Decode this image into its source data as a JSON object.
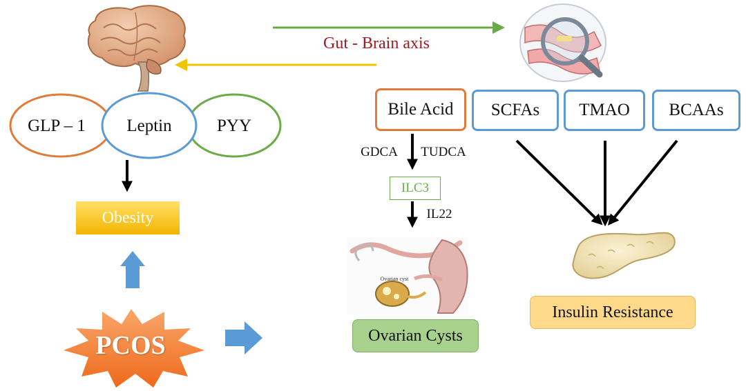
{
  "axis": {
    "label": "Gut - Brain axis",
    "forward_color": "#6aab45",
    "backward_color": "#f2c400",
    "label_color": "#a11a22"
  },
  "hormones": [
    {
      "label": "GLP – 1",
      "color": "#e07b39"
    },
    {
      "label": "Leptin",
      "color": "#5b9bd5"
    },
    {
      "label": "PYY",
      "color": "#6aab45"
    }
  ],
  "obesity": {
    "label": "Obesity",
    "color": "#ffc000",
    "text_color": "#ffffff"
  },
  "pcos": {
    "label": "PCOS",
    "color": "#f47c30",
    "text_color": "#ffffff"
  },
  "bile_acid": {
    "label": "Bile Acid",
    "color": "#e07b39"
  },
  "bile_side_labels": {
    "left": "GDCA",
    "right": "TUDCA"
  },
  "ilc3": {
    "label": "ILC3",
    "color": "#6aab45"
  },
  "il22": {
    "label": "IL22"
  },
  "ovary": {
    "label": "Ovarian Cysts",
    "caption": "Ovarian cyst",
    "color": "#a9d18e"
  },
  "metabolites": [
    {
      "label": "SCFAs"
    },
    {
      "label": "TMAO"
    },
    {
      "label": "BCAAs"
    }
  ],
  "metabolite_color": "#5b9bd5",
  "insulin": {
    "label": "Insulin Resistance",
    "color": "#ffd98a"
  },
  "arrow_blue": "#5b9bd5",
  "icons": {
    "brain": "brain-icon",
    "gut": "gut-magnifier-icon",
    "uterus": "uterus-ovary-icon",
    "pancreas": "pancreas-icon"
  }
}
